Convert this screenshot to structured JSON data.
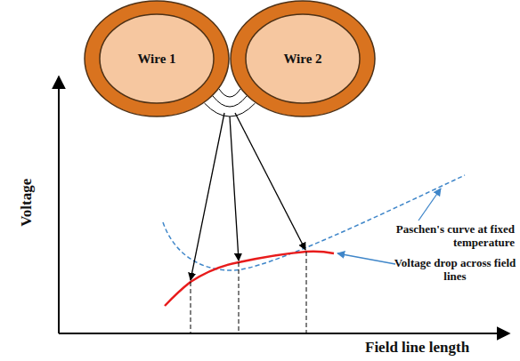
{
  "diagram": {
    "nodes": [
      {
        "text": [
          "Wire 1"
        ]
      },
      {
        "text": [
          "Wire 2"
        ]
      }
    ],
    "labels": [
      "Voltage",
      "Field line length",
      "Paschen's curve at fixed temperature",
      "Voltage drop across field lines"
    ]
  }
}
